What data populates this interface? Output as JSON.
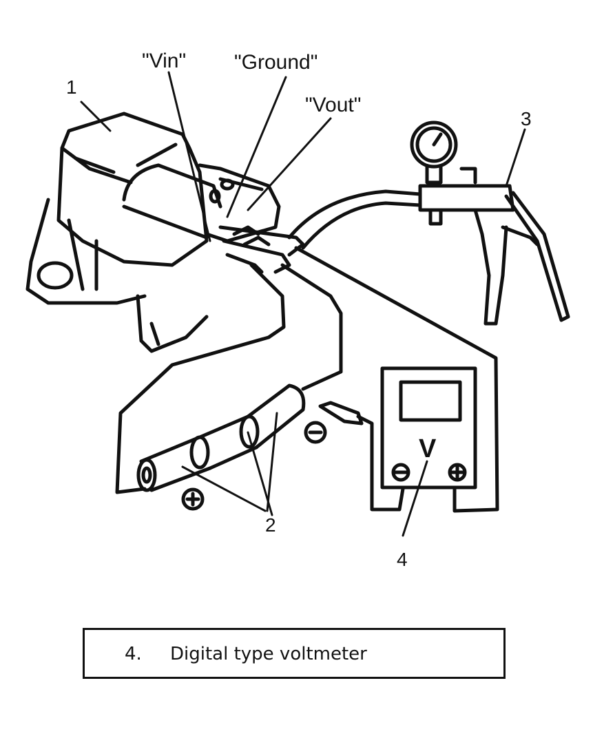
{
  "labels": {
    "vin": "\"Vin\"",
    "ground": "\"Ground\"",
    "vout": "\"Vout\"",
    "callout_1": "1",
    "callout_2": "2",
    "callout_3": "3",
    "callout_4": "4",
    "voltmeter_symbol": "V",
    "minus_symbol": "⊖",
    "plus_symbol": "⊕"
  },
  "caption": {
    "number": "4.",
    "text": "Digital type voltmeter"
  }
}
